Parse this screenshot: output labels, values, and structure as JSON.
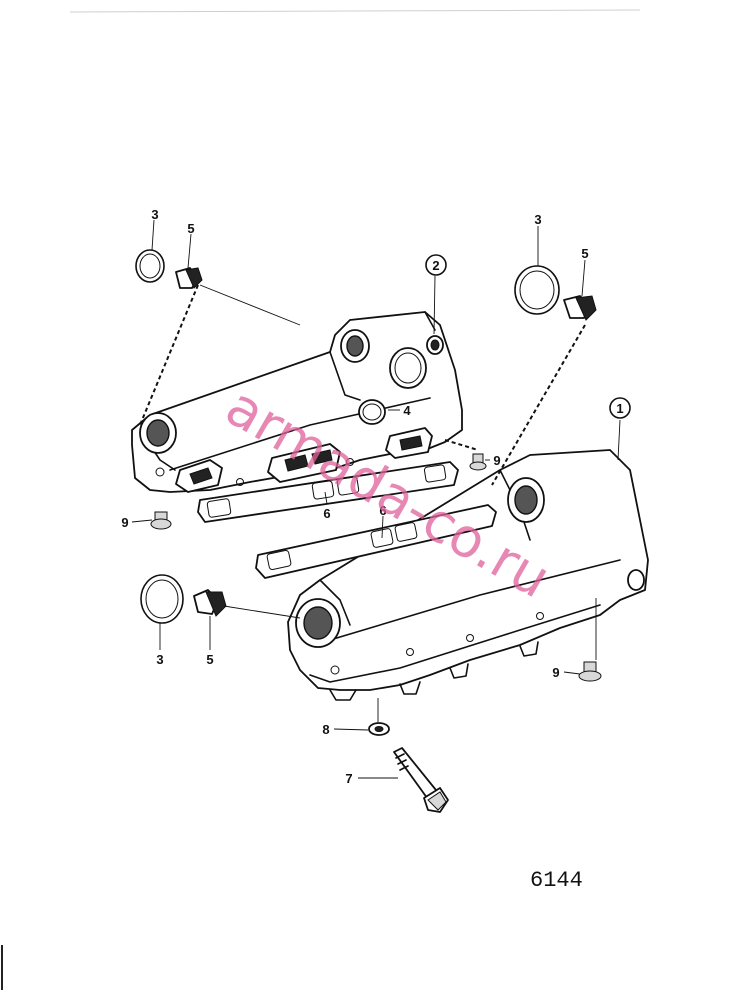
{
  "diagram": {
    "callouts": {
      "c3_top_left": "3",
      "c5_top_left": "5",
      "c2": "2",
      "c4": "4",
      "c3_top_right": "3",
      "c5_top_right": "5",
      "c1": "1",
      "c9_right_upper": "9",
      "c9_left": "9",
      "c6_left": "6",
      "c6_right": "6",
      "c3_bottom": "3",
      "c5_bottom": "5",
      "c9_bottom_right": "9",
      "c8": "8",
      "c7": "7"
    },
    "drawing_code": "6144",
    "watermark": "armada-co.ru"
  }
}
